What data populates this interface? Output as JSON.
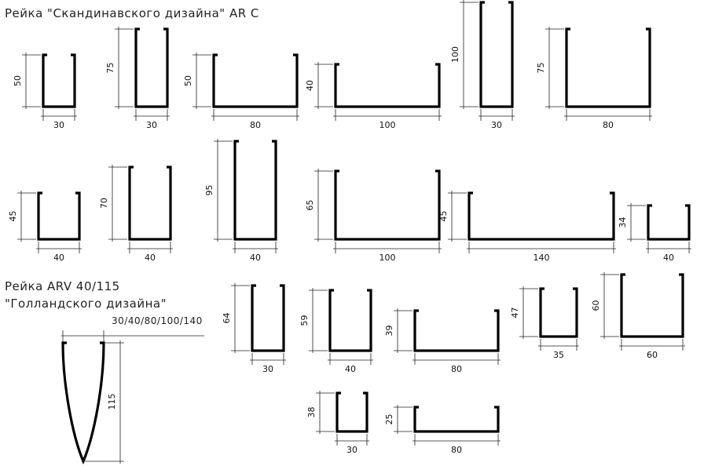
{
  "titles": {
    "scandinavian": "Рейка \"Скандинавского дизайна\" AR C",
    "arv": "Рейка ARV 40/115",
    "dutch": "\"Голландского дизайна\"",
    "arv_widths": "30/40/80/100/140"
  },
  "profiles": [
    {
      "id": "p-30x50",
      "width_label": "30",
      "height_label": "50"
    },
    {
      "id": "p-30x75",
      "width_label": "30",
      "height_label": "75"
    },
    {
      "id": "p-80x50",
      "width_label": "80",
      "height_label": "50"
    },
    {
      "id": "p-100x40",
      "width_label": "100",
      "height_label": "40"
    },
    {
      "id": "p-30x100",
      "width_label": "30",
      "height_label": "100"
    },
    {
      "id": "p-80x75",
      "width_label": "80",
      "height_label": "75"
    },
    {
      "id": "p-40x45",
      "width_label": "40",
      "height_label": "45"
    },
    {
      "id": "p-40x70",
      "width_label": "40",
      "height_label": "70"
    },
    {
      "id": "p-40x95",
      "width_label": "40",
      "height_label": "95"
    },
    {
      "id": "p-100x65",
      "width_label": "100",
      "height_label": "65"
    },
    {
      "id": "p-140x45",
      "width_label": "140",
      "height_label": "45"
    },
    {
      "id": "p-40x34",
      "width_label": "40",
      "height_label": "34"
    },
    {
      "id": "p-30x64",
      "width_label": "30",
      "height_label": "64"
    },
    {
      "id": "p-40x59",
      "width_label": "40",
      "height_label": "59"
    },
    {
      "id": "p-80x39",
      "width_label": "80",
      "height_label": "39"
    },
    {
      "id": "p-35x47",
      "width_label": "35",
      "height_label": "47"
    },
    {
      "id": "p-60x60",
      "width_label": "60",
      "height_label": "60"
    },
    {
      "id": "p-30x38",
      "width_label": "30",
      "height_label": "38"
    },
    {
      "id": "p-80x25",
      "width_label": "80",
      "height_label": "25"
    }
  ],
  "arv_profile": {
    "height_label": "115"
  }
}
